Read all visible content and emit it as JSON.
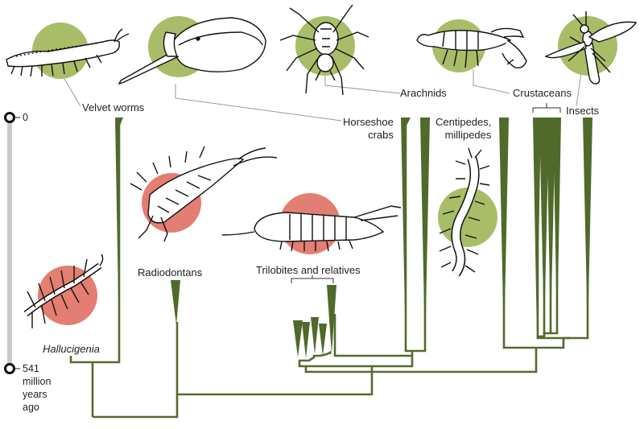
{
  "colors": {
    "branch": "#556b2f",
    "lineage_fill": "#4f6a2a",
    "living_circle": "#a9bd68",
    "extinct_circle": "#e27f72",
    "scale_bar": "#c8c8c8",
    "pointer_line": "#999999"
  },
  "scale": {
    "top_label": "0",
    "bottom_label_lines": [
      "541",
      "million",
      "years",
      "ago"
    ]
  },
  "groups": {
    "velvet_worms": "Velvet worms",
    "horseshoe_crabs_lines": [
      "Horseshoe",
      "crabs"
    ],
    "arachnids": "Arachnids",
    "crustaceans": "Crustaceans",
    "insects": "Insects",
    "centipedes_lines": [
      "Centipedes,",
      "millipedes"
    ],
    "radiodontans": "Radiodontans",
    "trilobites": "Trilobites and relatives",
    "hallucigenia": "Hallucigenia"
  },
  "illustrations": [
    {
      "id": "velvet-worm",
      "icon": "velvet-worm-drawing",
      "status": "living"
    },
    {
      "id": "horseshoe-crab",
      "icon": "horseshoe-crab-drawing",
      "status": "living"
    },
    {
      "id": "spider",
      "icon": "spider-drawing",
      "status": "living"
    },
    {
      "id": "shrimp",
      "icon": "shrimp-drawing",
      "status": "living"
    },
    {
      "id": "insect",
      "icon": "winged-insect-drawing",
      "status": "living"
    },
    {
      "id": "centipede",
      "icon": "centipede-drawing",
      "status": "living"
    },
    {
      "id": "radiodontan",
      "icon": "radiodontan-drawing",
      "status": "extinct"
    },
    {
      "id": "trilobite",
      "icon": "trilobite-drawing",
      "status": "extinct"
    },
    {
      "id": "hallucigenia",
      "icon": "hallucigenia-drawing",
      "status": "extinct"
    }
  ]
}
